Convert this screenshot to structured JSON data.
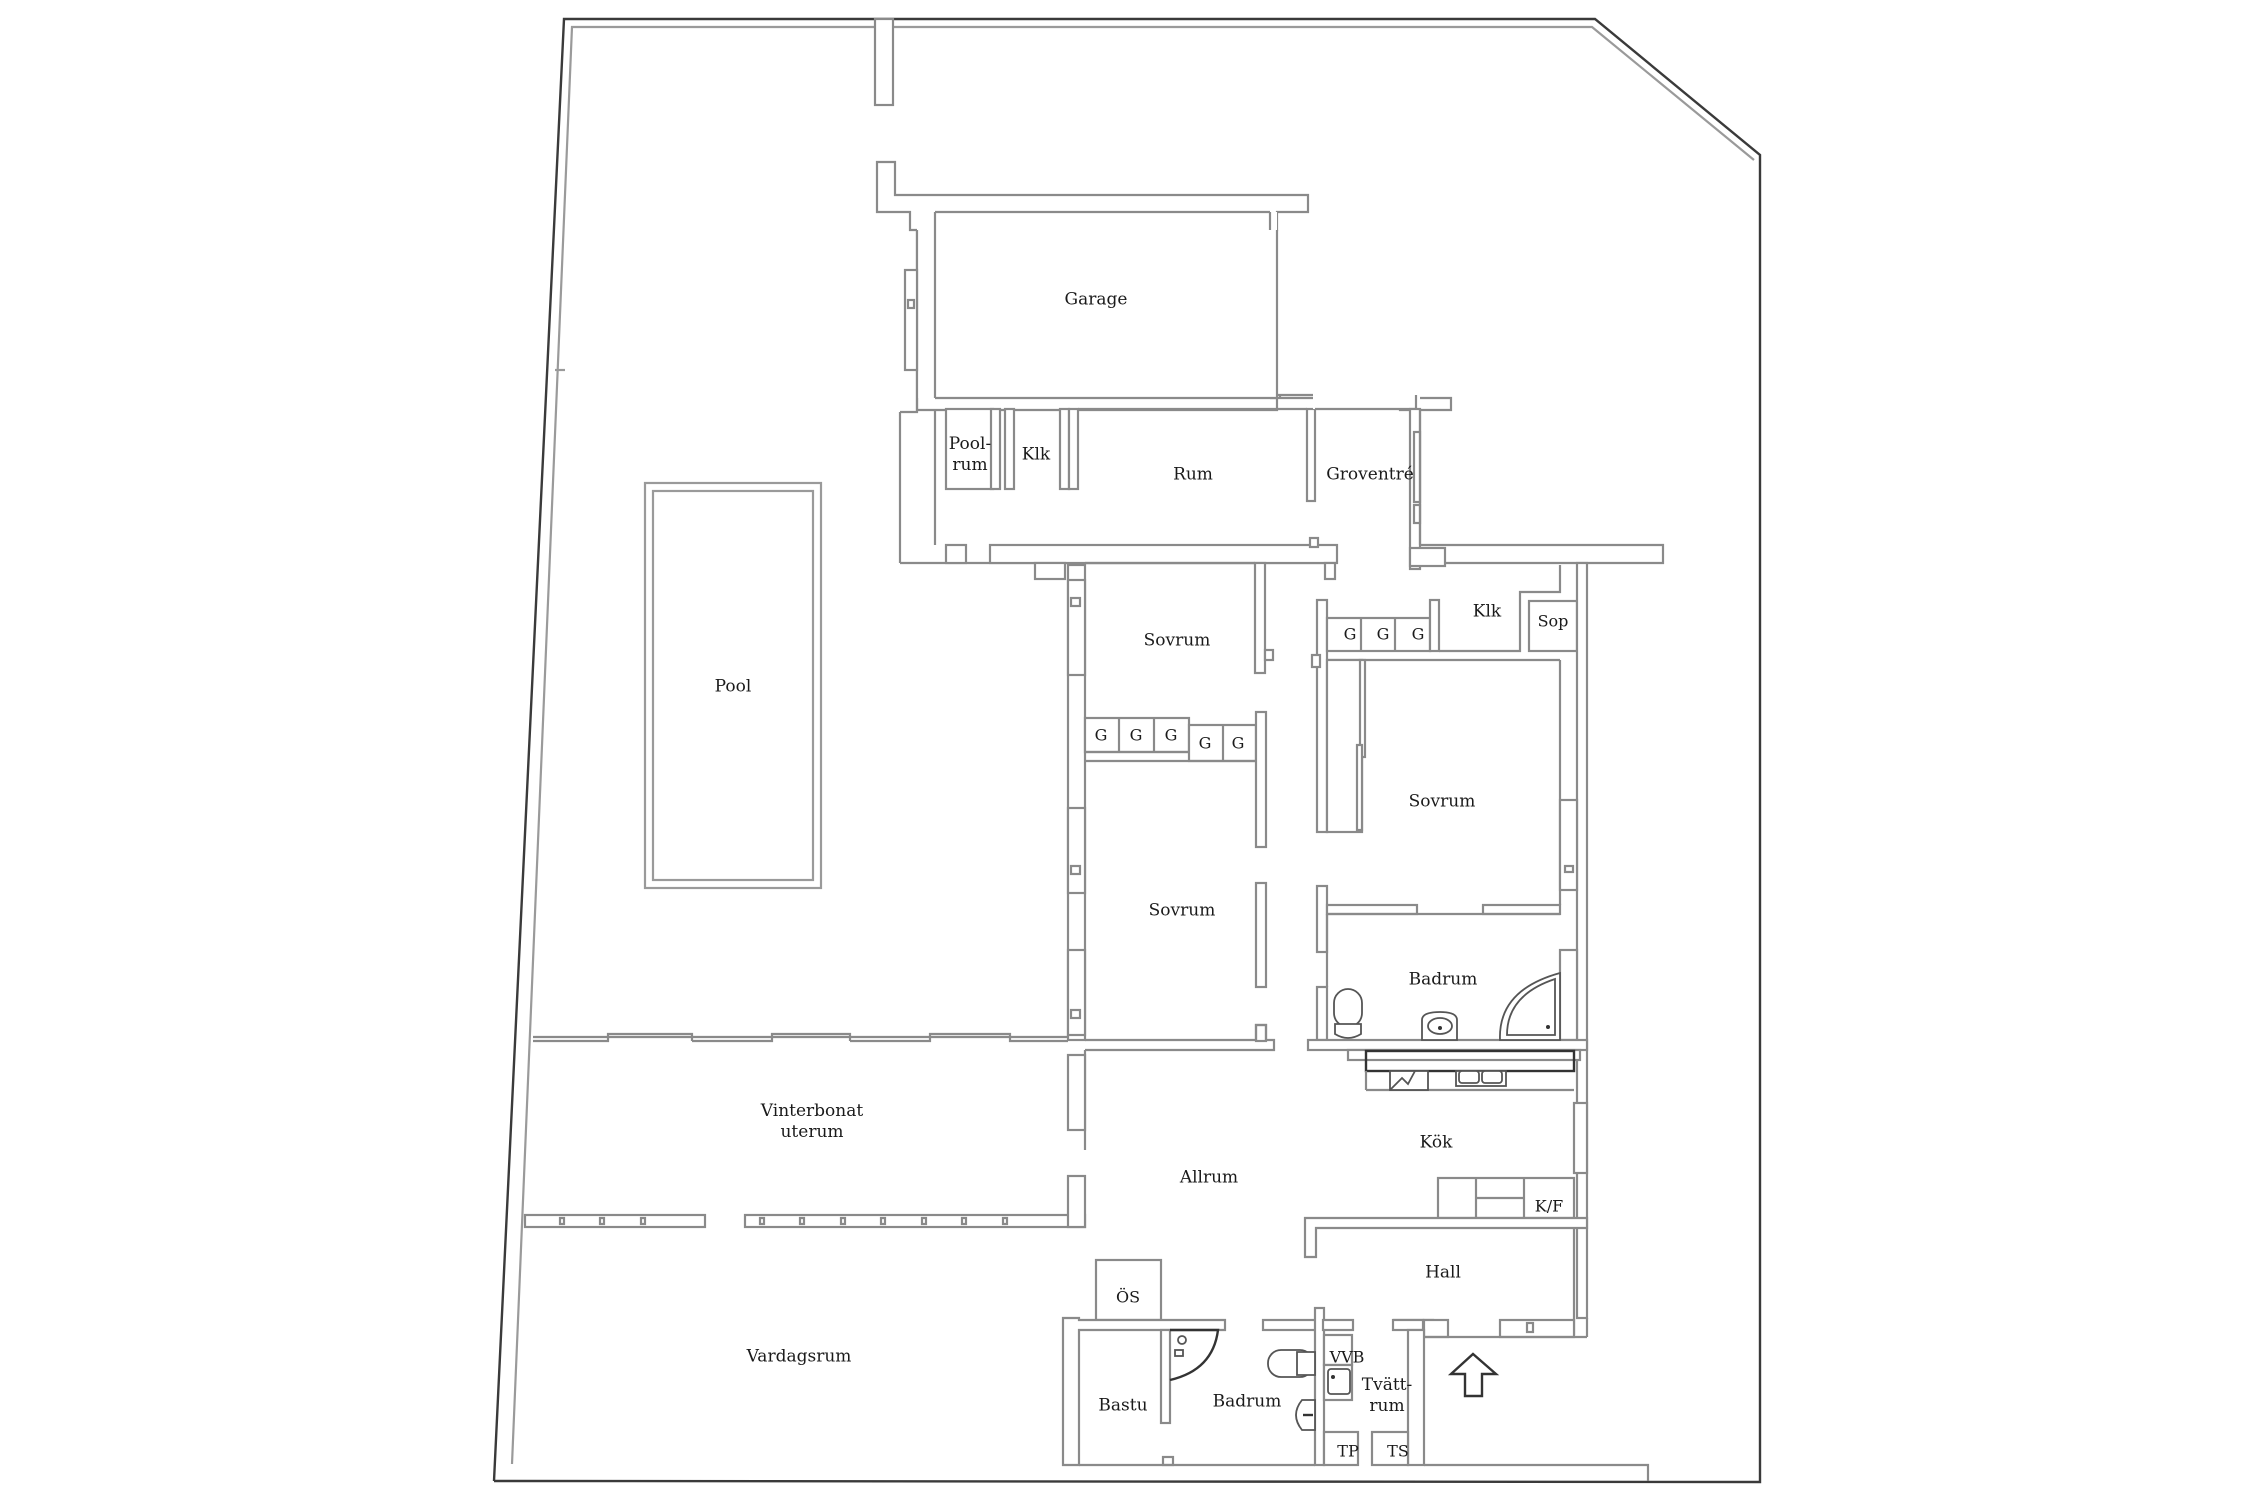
{
  "floorplan": {
    "rooms": {
      "garage": "Garage",
      "poolrum_line1": "Pool-",
      "poolrum_line2": "rum",
      "klk_north": "Klk",
      "rum": "Rum",
      "groventre": "Groventré",
      "pool": "Pool",
      "sovrum_north": "Sovrum",
      "sovrum_middle": "Sovrum",
      "sovrum_east": "Sovrum",
      "klk_east": "Klk",
      "sop": "Sop",
      "badrum_east": "Badrum",
      "vinterbonat_line1": "Vinterbonat",
      "vinterbonat_line2": "uterum",
      "allrum": "Allrum",
      "kok": "Kök",
      "kf": "K/F",
      "hall": "Hall",
      "os": "ÖS",
      "vardagsrum": "Vardagsrum",
      "bastu": "Bastu",
      "badrum_south": "Badrum",
      "vvb": "VVB",
      "tvattrum_line1": "Tvätt-",
      "tvattrum_line2": "rum",
      "tp": "TP",
      "ts": "TS"
    },
    "closets": {
      "east_row": [
        "G",
        "G",
        "G"
      ],
      "middle_row_a": [
        "G",
        "G",
        "G"
      ],
      "middle_row_b": [
        "G",
        "G"
      ]
    },
    "icons": {
      "entrance": "entrance-arrow-icon"
    }
  }
}
